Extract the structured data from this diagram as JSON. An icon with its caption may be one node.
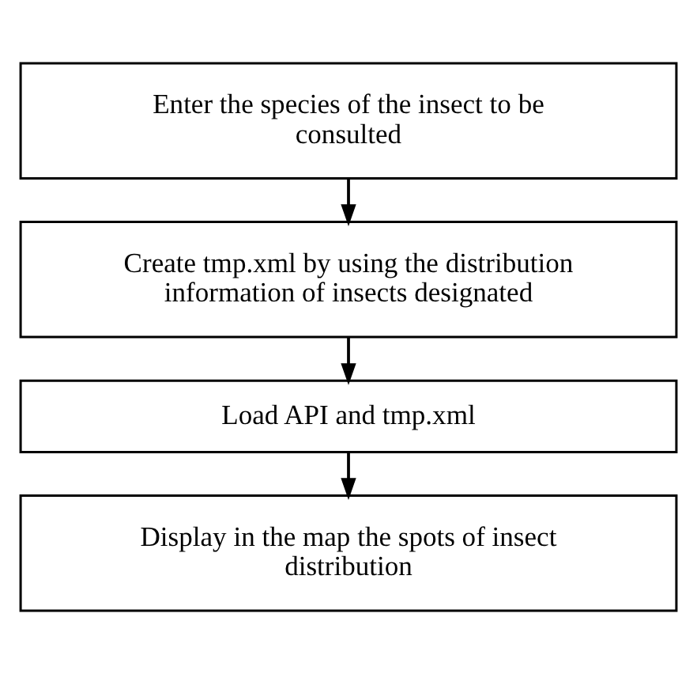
{
  "diagram": {
    "nodes": [
      {
        "text": [
          "Enter the species of the insect to be consulted"
        ]
      },
      {
        "text": [
          "Create tmp.xml by using the distribution information of insects designated"
        ]
      },
      {
        "text": [
          "Load API and tmp.xml"
        ]
      },
      {
        "text": [
          "Display in the map the spots of insect distribution"
        ]
      }
    ],
    "edges": [
      {
        "from": 0,
        "to": 1,
        "arrow": "to"
      },
      {
        "from": 1,
        "to": 2,
        "arrow": "to"
      },
      {
        "from": 2,
        "to": 3,
        "arrow": "to"
      }
    ]
  }
}
